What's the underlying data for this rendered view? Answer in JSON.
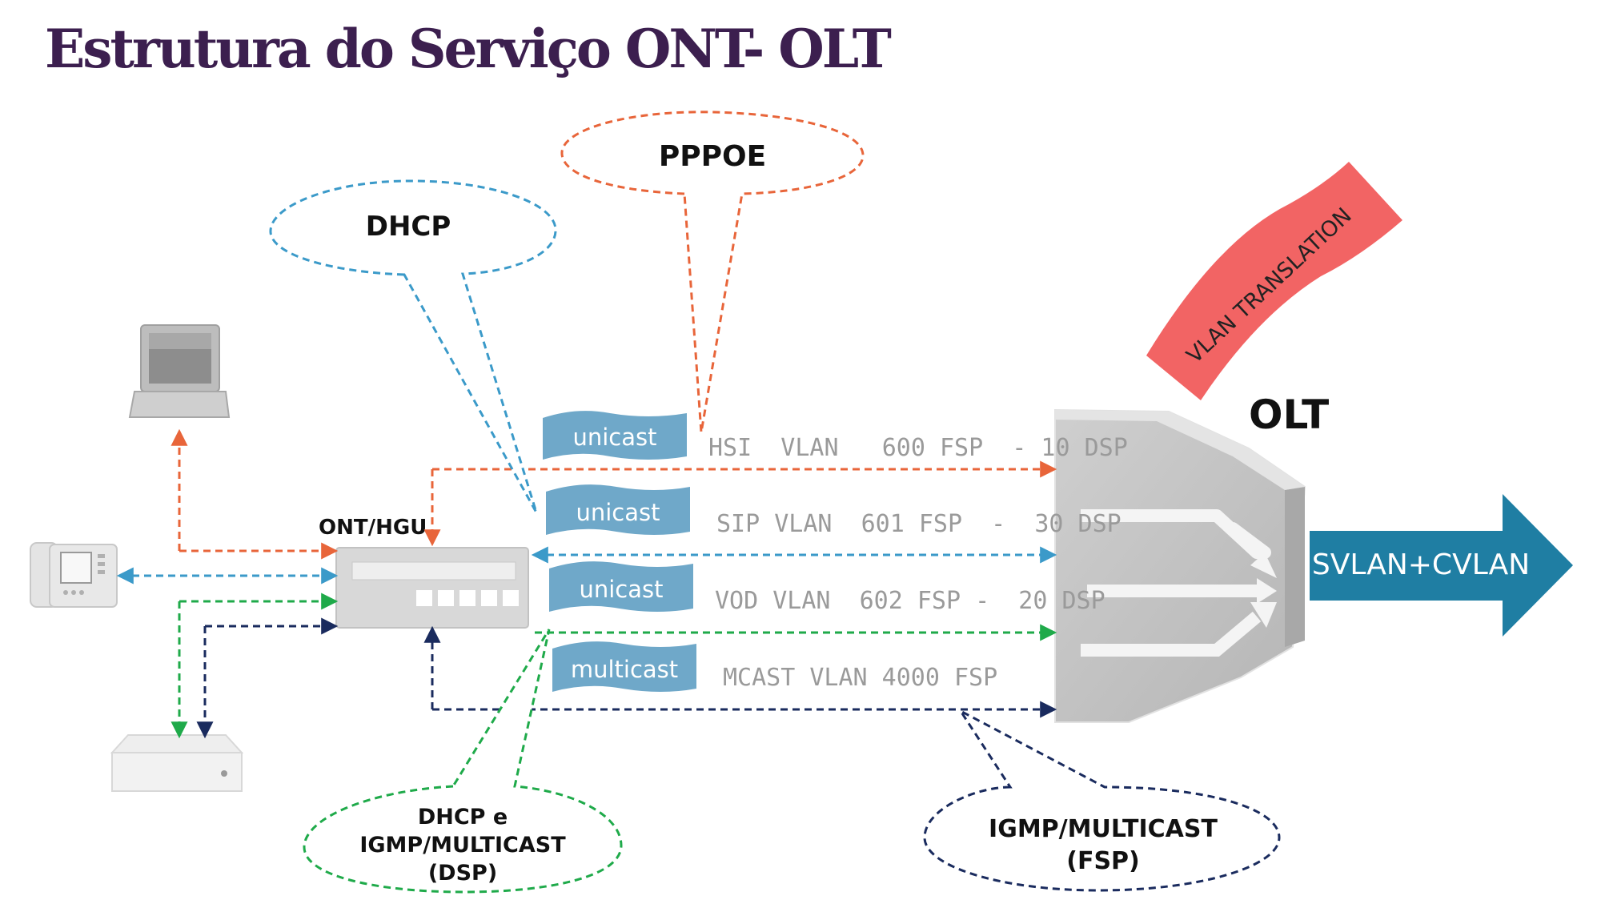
{
  "title": "Estrutura do Serviço ONT- OLT",
  "callouts": {
    "pppoe": "PPPOE",
    "dhcp": "DHCP",
    "dhcp_igmp": [
      "DHCP e",
      "IGMP/MULTICAST",
      "(DSP)"
    ],
    "igmp_fsp": [
      "IGMP/MULTICAST",
      "(FSP)"
    ]
  },
  "ont_label": "ONT/HGU",
  "olt_label": "OLT",
  "vlan_translation": "VLAN TRANSLATION",
  "uplink_label": "SVLAN+CVLAN",
  "flags": [
    "unicast",
    "unicast",
    "unicast",
    "multicast"
  ],
  "vlans": [
    "HSI  VLAN   600 FSP  - 10 DSP",
    "SIP VLAN  601 FSP  -  30 DSP",
    "VOD VLAN  602 FSP -  20 DSP",
    "MCAST VLAN 4000 FSP"
  ],
  "colors": {
    "hsi": "#e8653a",
    "voip": "#3b9ac9",
    "igmp": "#1faa4a",
    "multicast": "#1a2b5e",
    "flag": "#6fa8c9",
    "uplink": "#1f7ea3",
    "vlan_translation": "#f26464",
    "title": "#3c1f4f"
  }
}
